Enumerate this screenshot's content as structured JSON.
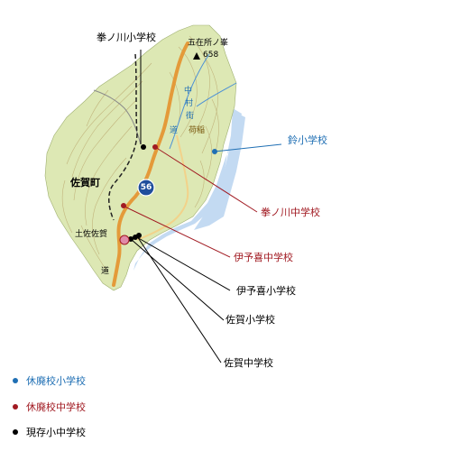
{
  "map": {
    "mountain": {
      "name": "五在所ノ峯",
      "elevation": "658"
    },
    "town": "佐賀町",
    "districts": {
      "tosa_saga": "土佐佐賀",
      "kasho": "荷稲"
    },
    "road_labels": {
      "nakamura_kaido": [
        "中",
        "村",
        "街",
        "道"
      ],
      "route_number": "56",
      "michi": "道"
    }
  },
  "schools": [
    {
      "name": "拳ノ川小学校",
      "status": "existing"
    },
    {
      "name": "鈴小学校",
      "status": "closed_elementary"
    },
    {
      "name": "拳ノ川中学校",
      "status": "closed_junior_high"
    },
    {
      "name": "伊予喜中学校",
      "status": "closed_junior_high"
    },
    {
      "name": "伊予喜小学校",
      "status": "existing"
    },
    {
      "name": "佐賀小学校",
      "status": "existing"
    },
    {
      "name": "佐賀中学校",
      "status": "existing"
    }
  ],
  "legend": [
    {
      "label": "休廃校小学校",
      "color": "#1f6fb4"
    },
    {
      "label": "休廃校中学校",
      "color": "#a11a22"
    },
    {
      "label": "現存小中学校",
      "color": "#000000"
    }
  ],
  "colors": {
    "land": "#dde8b4",
    "contour": "#b8a36a",
    "sea": "#c3daf2",
    "river": "#4a8fd6",
    "national_road": "#e49a3a",
    "town_boundary": "#222222"
  }
}
